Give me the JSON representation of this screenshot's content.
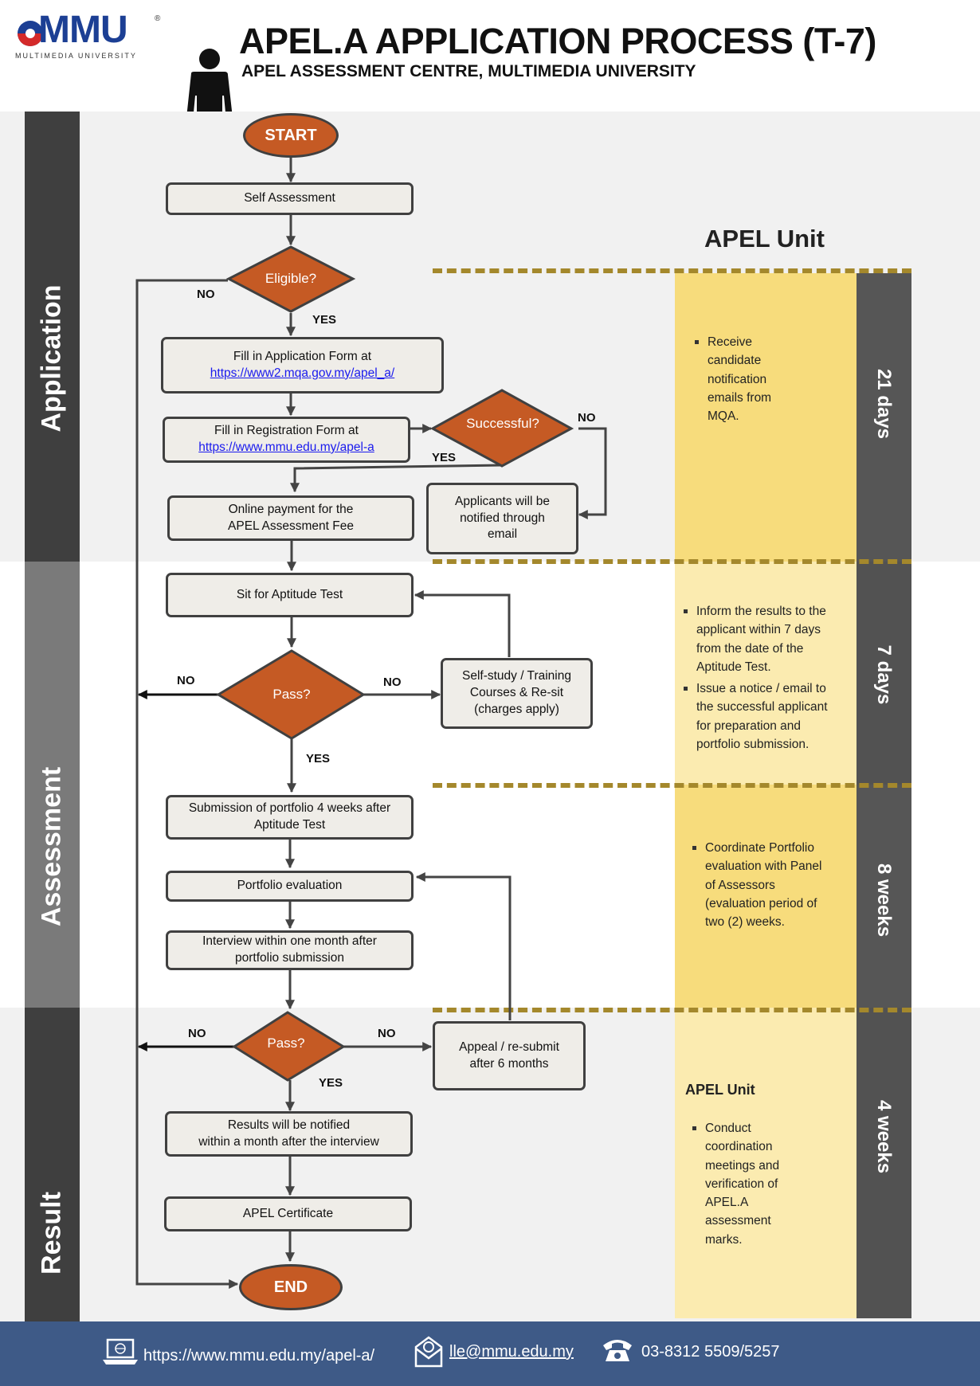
{
  "header": {
    "logo_text": "MMU",
    "logo_sub": "MULTIMEDIA UNIVERSITY",
    "logo_mark": "®",
    "title": "APEL.A APPLICATION PROCESS (T-7)",
    "subtitle": "APEL ASSESSMENT CENTRE, MULTIMEDIA UNIVERSITY"
  },
  "lanes": {
    "application": "Application",
    "assessment": "Assessment",
    "result": "Result"
  },
  "flow": {
    "start": "START",
    "self_assessment": "Self Assessment",
    "eligible": "Eligible?",
    "fill_application_text": "Fill in Application Form at",
    "fill_application_link": "https://www2.mqa.gov.my/apel_a/",
    "fill_registration_text": "Fill in Registration Form at",
    "fill_registration_link": "https://www.mmu.edu.my/apel-a",
    "successful": "Successful?",
    "notified": "Applicants will be\nnotified through\nemail",
    "payment": "Online payment for the\nAPEL Assessment Fee",
    "aptitude": "Sit for Aptitude Test",
    "pass1": "Pass?",
    "self_study": "Self-study / Training\nCourses & Re-sit\n(charges apply)",
    "portfolio_submission": "Submission of portfolio 4 weeks after\nAptitude Test",
    "portfolio_evaluation": "Portfolio evaluation",
    "interview": "Interview within one month after\nportfolio submission",
    "pass2": "Pass?",
    "appeal": "Appeal / re-submit\nafter 6 months",
    "results": "Results will be notified\nwithin a month after the interview",
    "certificate": "APEL Certificate",
    "end": "END"
  },
  "flow_labels": {
    "no": "NO",
    "yes": "YES"
  },
  "side": {
    "title_top": "APEL Unit",
    "title_result": "APEL Unit",
    "application_notes": [
      "Receive candidate notification emails from MQA."
    ],
    "assessment_notes": [
      "Inform the results to  the applicant within 7 days from the date of the Aptitude  Test.",
      "Issue a notice /  email to the  successful applicant for preparation and portfolio  submission."
    ],
    "portfolio_notes": [
      "Coordinate Portfolio evaluation with Panel of Assessors (evaluation period of two (2) weeks."
    ],
    "result_notes": [
      "Conduct coordination meetings and verification of APEL.A assessment marks."
    ]
  },
  "durations": {
    "application": "21 days",
    "assessment": "7  days",
    "portfolio": "8 weeks",
    "result": "4 weeks"
  },
  "footer": {
    "website": "https://www.mmu.edu.my/apel-a/",
    "email": "lle@mmu.edu.my",
    "phone": "03-8312 5509/5257"
  },
  "colors": {
    "orange": "#c55a24",
    "lane_dark": "#3f3f3f",
    "lane_mid": "#7a7a7a",
    "yellow_dark": "#f7dc7c",
    "yellow_light": "#fbebb0",
    "footer": "#3e5a87",
    "dash": "#a4882c"
  }
}
